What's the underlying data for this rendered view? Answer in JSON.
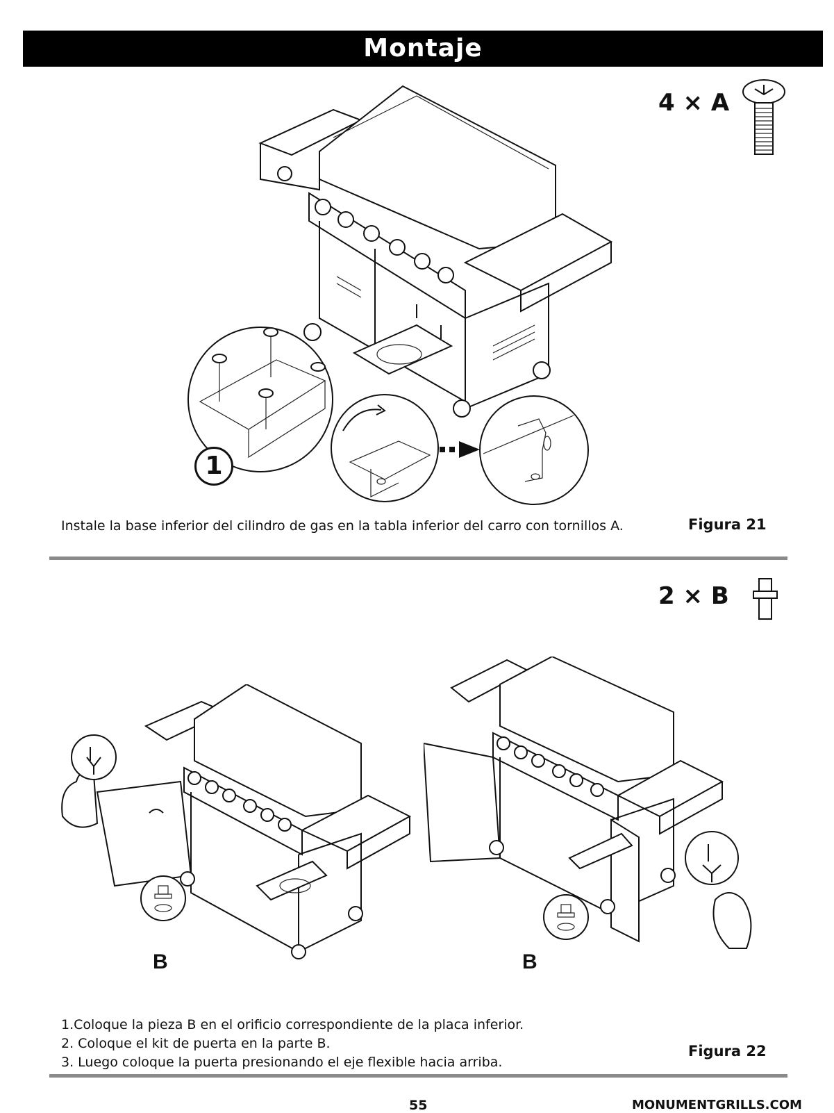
{
  "header": {
    "title": "Montaje"
  },
  "figure21": {
    "part_count": "4 × A",
    "callout_number": "1",
    "caption": "Instale la base inferior del cilindro de gas en la tabla inferior del carro con tornillos A.",
    "label": "Figura 21"
  },
  "figure22": {
    "part_count": "2 × B",
    "left_callout": "B",
    "right_callout": "B",
    "steps": [
      "1.Coloque la pieza B en el orificio correspondiente de la placa inferior.",
      "2. Coloque el kit de puerta en la parte B.",
      "3. Luego coloque la puerta presionando el eje flexible hacia arriba."
    ],
    "label": "Figura 22"
  },
  "footer": {
    "page_number": "55",
    "website": "MONUMENTGRILLS.COM"
  }
}
